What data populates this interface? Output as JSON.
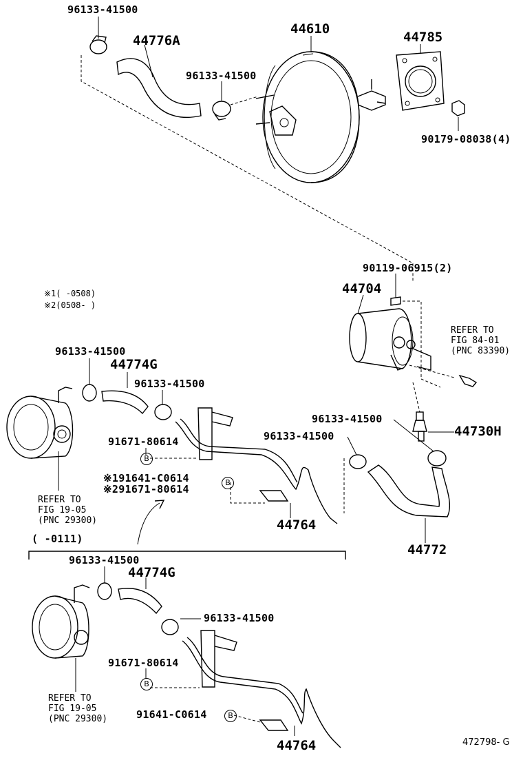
{
  "figure_id": "472798- G",
  "notes": {
    "n1": "※1(    -0508)",
    "n2": "※2(0508-    )"
  },
  "range_note": "(      -0111)",
  "labels": {
    "clamp_top_left": "96133-41500",
    "hose_44776A": "44776A",
    "booster": "44610",
    "gasket": "44785",
    "clamp_booster": "96133-41500",
    "nut": "90179-08038(4)",
    "bolt": "90119-06915(2)",
    "pump": "44704",
    "ref_84_01": "REFER TO\nFIG 84-01\n(PNC 83390)",
    "clamp_a_1": "96133-41500",
    "hose_44774G_1": "44774G",
    "clamp_a_2": "96133-41500",
    "clip_1": "91671-80614",
    "clip_s1": "※191641-C0614",
    "clip_s2": "※291671-80614",
    "ref_19_05_1": "REFER TO\nFIG 19-05\n(PNC 29300)",
    "pipe_44764_1": "44764",
    "clamp_b_1": "96133-41500",
    "clamp_b_2": "96133-41500",
    "valve_44730H": "44730H",
    "hose_44772": "44772",
    "clamp_c_1": "96133-41500",
    "hose_44774G_2": "44774G",
    "clamp_c_2": "96133-41500",
    "clip_2": "91671-80614",
    "clip_3": "91641-C0614",
    "ref_19_05_2": "REFER TO\nFIG 19-05\n(PNC 29300)",
    "pipe_44764_2": "44764"
  },
  "markers": {
    "b": "B"
  }
}
